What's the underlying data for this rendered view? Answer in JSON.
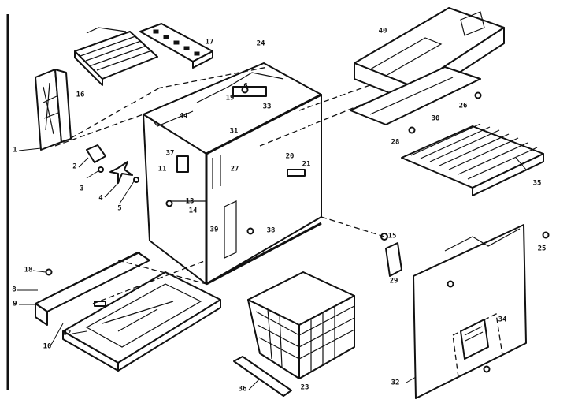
{
  "callouts": [
    {
      "id": "c1",
      "label": "1"
    },
    {
      "id": "c2",
      "label": "2"
    },
    {
      "id": "c3",
      "label": "3"
    },
    {
      "id": "c4",
      "label": "4"
    },
    {
      "id": "c5",
      "label": "5"
    },
    {
      "id": "c6",
      "label": "6"
    },
    {
      "id": "c8",
      "label": "8"
    },
    {
      "id": "c9",
      "label": "9"
    },
    {
      "id": "c10",
      "label": "10"
    },
    {
      "id": "c11",
      "label": "11"
    },
    {
      "id": "c13",
      "label": "13"
    },
    {
      "id": "c14",
      "label": "14"
    },
    {
      "id": "c15",
      "label": "15"
    },
    {
      "id": "c16",
      "label": "16"
    },
    {
      "id": "c17",
      "label": "17"
    },
    {
      "id": "c18",
      "label": "18"
    },
    {
      "id": "c19",
      "label": "19"
    },
    {
      "id": "c20",
      "label": "20"
    },
    {
      "id": "c21",
      "label": "21"
    },
    {
      "id": "c22",
      "label": "22"
    },
    {
      "id": "c23",
      "label": "23"
    },
    {
      "id": "c24",
      "label": "24"
    },
    {
      "id": "c25",
      "label": "25"
    },
    {
      "id": "c26",
      "label": "26"
    },
    {
      "id": "c27",
      "label": "27"
    },
    {
      "id": "c28",
      "label": "28"
    },
    {
      "id": "c29",
      "label": "29"
    },
    {
      "id": "c30",
      "label": "30"
    },
    {
      "id": "c31",
      "label": "31"
    },
    {
      "id": "c32",
      "label": "32"
    },
    {
      "id": "c33",
      "label": "33"
    },
    {
      "id": "c34",
      "label": "34"
    },
    {
      "id": "c35",
      "label": "35"
    },
    {
      "id": "c36",
      "label": "36"
    },
    {
      "id": "c37",
      "label": "37"
    },
    {
      "id": "c38",
      "label": "38"
    },
    {
      "id": "c39",
      "label": "39"
    },
    {
      "id": "c40",
      "label": "40"
    },
    {
      "id": "c44",
      "label": "44"
    }
  ]
}
